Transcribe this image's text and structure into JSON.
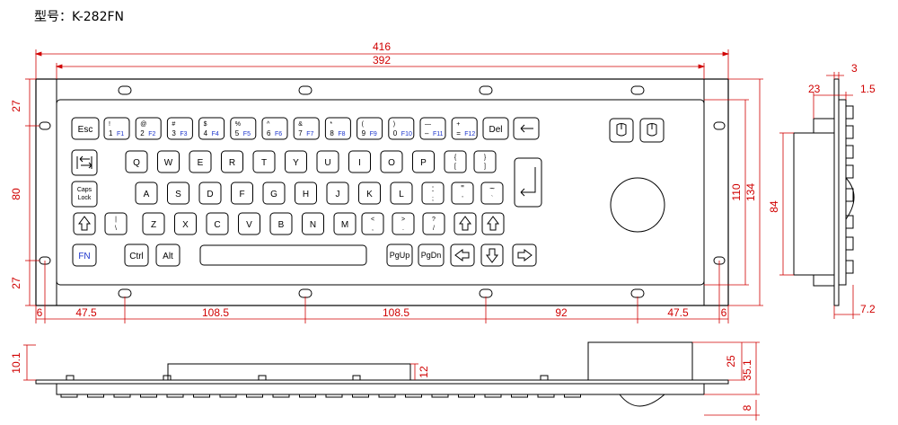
{
  "model_label": "型号：K-282FN",
  "dims": {
    "d416": "416",
    "d392": "392",
    "d27a": "27",
    "d80": "80",
    "d27b": "27",
    "d110": "110",
    "d134": "134",
    "d6a": "6",
    "d475a": "47.5",
    "d1085a": "108.5",
    "d1085b": "108.5",
    "d92": "92",
    "d475b": "47.5",
    "d6b": "6",
    "d3": "3",
    "d23": "23",
    "d15": "1.5",
    "d84": "84",
    "d72": "7.2",
    "d101": "10.1",
    "d12": "12",
    "d25": "25",
    "d351": "35.1",
    "d8": "8"
  },
  "colors": {
    "dimension": "#d00000",
    "fn_blue": "#1a33cc"
  },
  "keys": {
    "row1": [
      {
        "t": "Esc"
      },
      {
        "s": "!",
        "l": "1",
        "b": "F1"
      },
      {
        "s": "@",
        "l": "2",
        "b": "F2"
      },
      {
        "s": "#",
        "l": "3",
        "b": "F3"
      },
      {
        "s": "$",
        "l": "4",
        "b": "F4"
      },
      {
        "s": "%",
        "l": "5",
        "b": "F5"
      },
      {
        "s": "^",
        "l": "6",
        "b": "F6"
      },
      {
        "s": "&",
        "l": "7",
        "b": "F7"
      },
      {
        "s": "*",
        "l": "8",
        "b": "F8"
      },
      {
        "s": "(",
        "l": "9",
        "b": "F9"
      },
      {
        "s": ")",
        "l": "0",
        "b": "F10"
      },
      {
        "s": "—",
        "l": "–",
        "b": "F11"
      },
      {
        "s": "+",
        "l": "=",
        "b": "F12"
      },
      {
        "t": "Del"
      }
    ],
    "row2": [
      "Q",
      "W",
      "E",
      "R",
      "T",
      "Y",
      "U",
      "I",
      "O",
      "P"
    ],
    "row2_extra": [
      {
        "s": "{",
        "l": "["
      },
      {
        "s": "}",
        "l": "]"
      }
    ],
    "row3": [
      "A",
      "S",
      "D",
      "F",
      "G",
      "H",
      "J",
      "K",
      "L"
    ],
    "row3_extra": [
      {
        "s": ":",
        "l": ";"
      },
      {
        "s": "\"",
        "l": "'"
      },
      {
        "s": "~",
        "l": "`"
      }
    ],
    "row4": [
      "Z",
      "X",
      "C",
      "V",
      "B",
      "N",
      "M"
    ],
    "row4_extra": [
      {
        "s": "|",
        "l": "\\"
      },
      {
        "s": "<",
        "l": ","
      },
      {
        "s": ">",
        "l": "."
      },
      {
        "s": "?",
        "l": "/"
      }
    ],
    "caps_l1": "Caps",
    "caps_l2": "Lock",
    "fn": "FN",
    "ctrl": "Ctrl",
    "alt": "Alt",
    "pgup": "PgUp",
    "pgdn": "PgDn"
  }
}
